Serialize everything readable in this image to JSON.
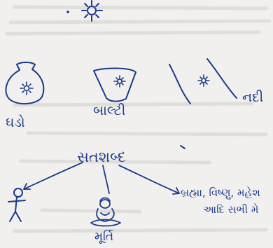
{
  "labels": {
    "pot": "ઘડો",
    "bucket": "બાલ્ટી",
    "river": "નદી",
    "root": "સતશબ્દ",
    "idol": "મૂર્તિ",
    "deities_line1": "બ્રહ્મા, વિષ્ણુ, મહેશ",
    "deities_line2": "આદિ સભી મે"
  },
  "colors": {
    "ink": "#1b3b8c",
    "paper": "#f1f0ee",
    "bleed": "#d9d8d5"
  },
  "icons": [
    "sun-icon",
    "pot-icon",
    "bucket-icon",
    "river-icon",
    "stick-figure-icon",
    "idol-icon"
  ]
}
